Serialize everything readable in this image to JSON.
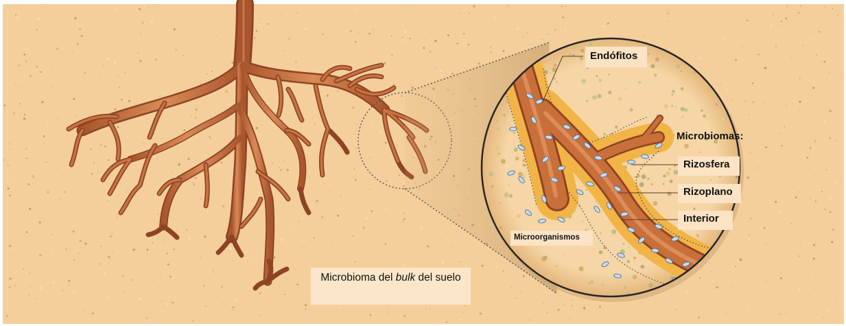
{
  "labels": {
    "endophytes": "Endófitos",
    "microbiomes_heading": "Microbiomas:",
    "rhizosphere": "Rizosfera",
    "rhizoplane": "Rizoplano",
    "interior": "Interior",
    "microorganisms": "Microorganismos",
    "bulk_prefix": "Microbioma del ",
    "bulk_italic": "bulk",
    "bulk_suffix": " del suelo"
  },
  "colors": {
    "soil": "#f4cf9c",
    "root": "#c96f3a",
    "root_dark": "#8e4424",
    "rhizosphere_halo": "#f2b446",
    "microbe": "#b9d3ea",
    "magnifier_ring": "#262626"
  }
}
